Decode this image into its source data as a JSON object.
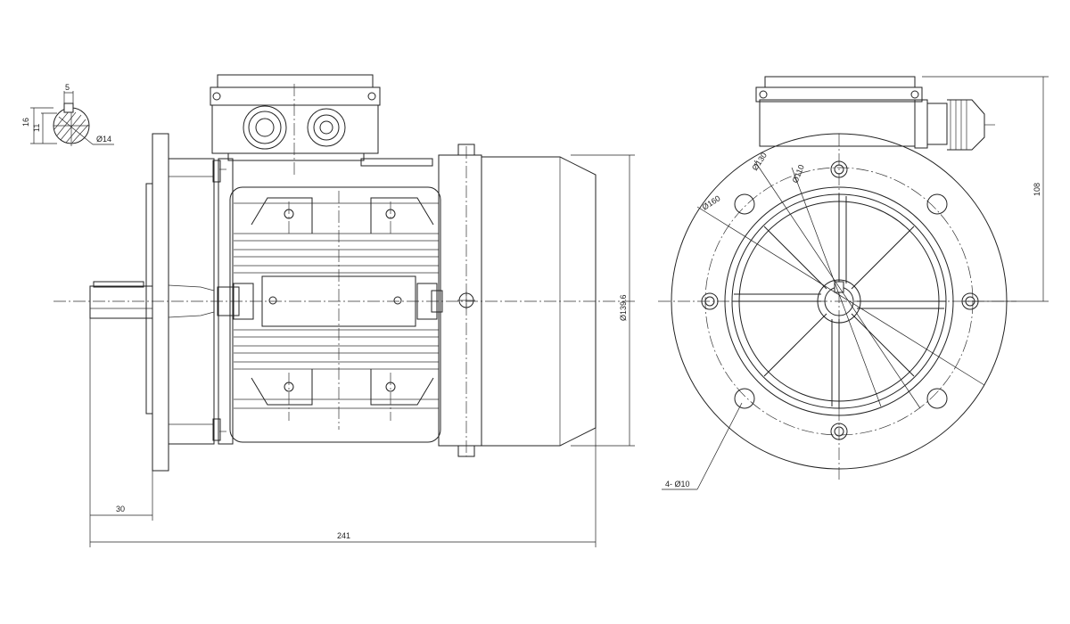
{
  "dimensions": {
    "key_width": "5",
    "shaft_height_16": "16",
    "shaft_height_11": "11",
    "shaft_diameter": "Ø14",
    "shaft_length": "30",
    "overall_length": "241",
    "body_diameter": "Ø139.6",
    "pcd_outer": "Ø160",
    "pcd_hole": "Ø110",
    "spigot": "Ø130",
    "height": "108",
    "mount_holes": "4- Ø10"
  }
}
